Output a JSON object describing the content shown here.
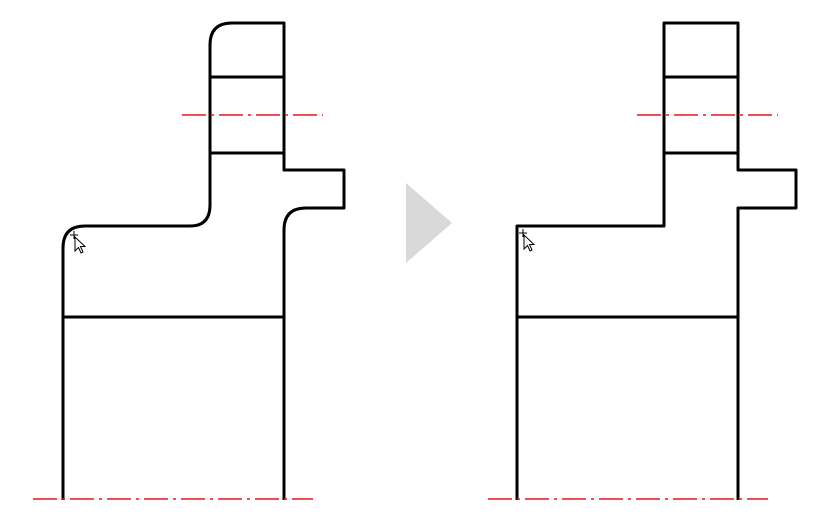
{
  "colors": {
    "outline": "#000000",
    "centerline": "#e8141b",
    "transition_arrow": "#d9d9d9",
    "background": "#ffffff",
    "cursor_fill": "#ffffff"
  },
  "panels": [
    {
      "id": "before",
      "corners": "filleted"
    },
    {
      "id": "after",
      "corners": "sharp"
    }
  ],
  "icons": {
    "transition": "play-arrow-icon",
    "cursor": "mouse-pointer-icon"
  }
}
